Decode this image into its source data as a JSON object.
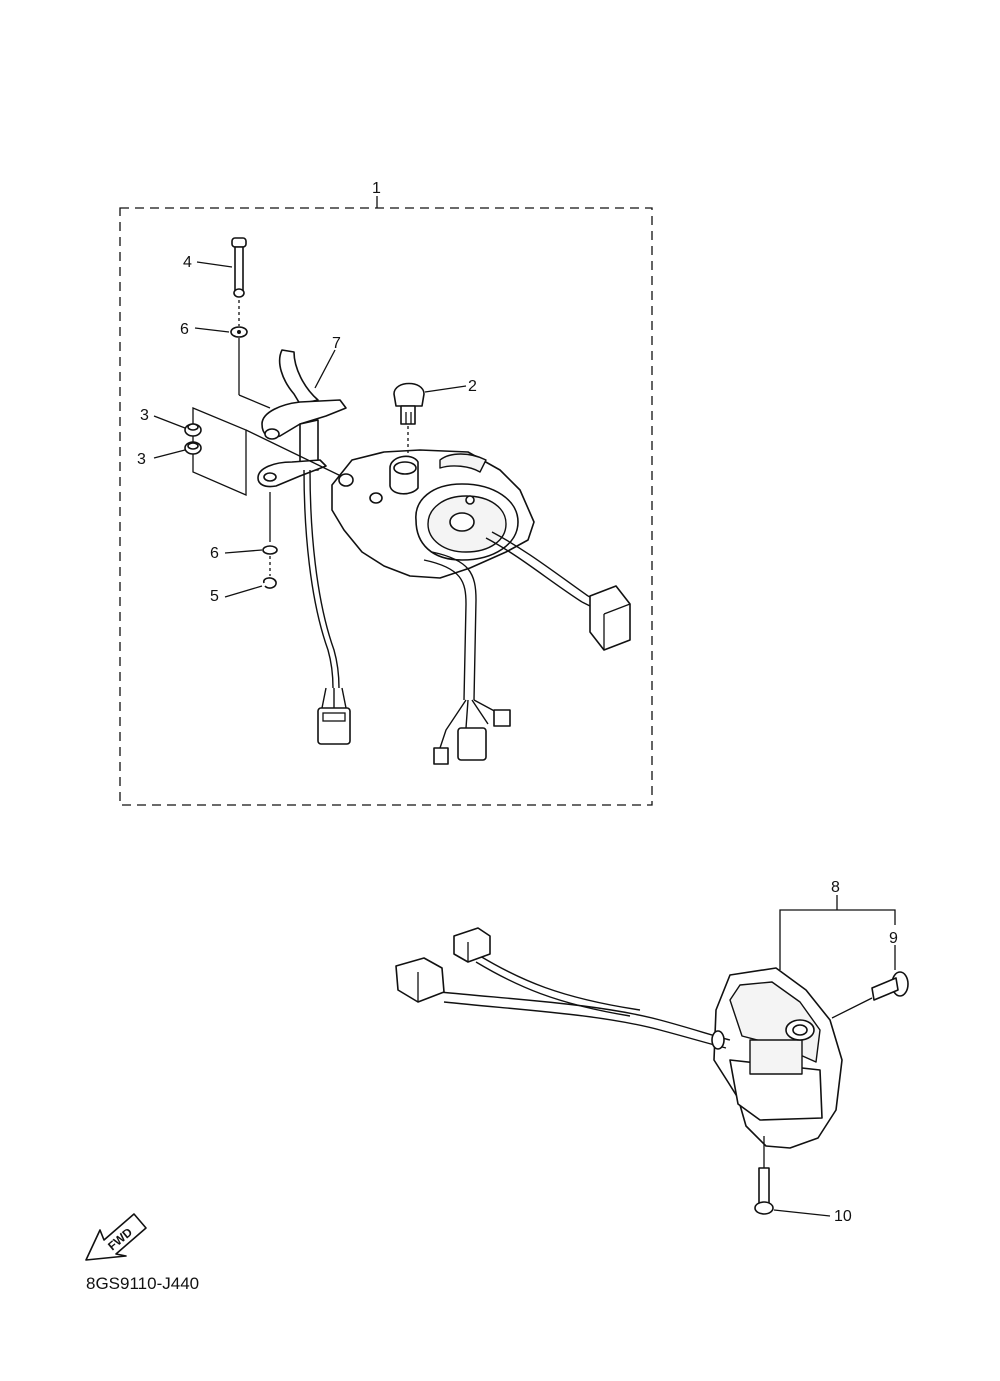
{
  "diagram": {
    "callouts": {
      "c1": "1",
      "c2": "2",
      "c3a": "3",
      "c3b": "3",
      "c4": "4",
      "c5": "5",
      "c6a": "6",
      "c6b": "6",
      "c7": "7",
      "c8": "8",
      "c9": "9",
      "c10": "10"
    },
    "fwd_label": "FWD",
    "drawing_code": "8GS9110-J440"
  }
}
